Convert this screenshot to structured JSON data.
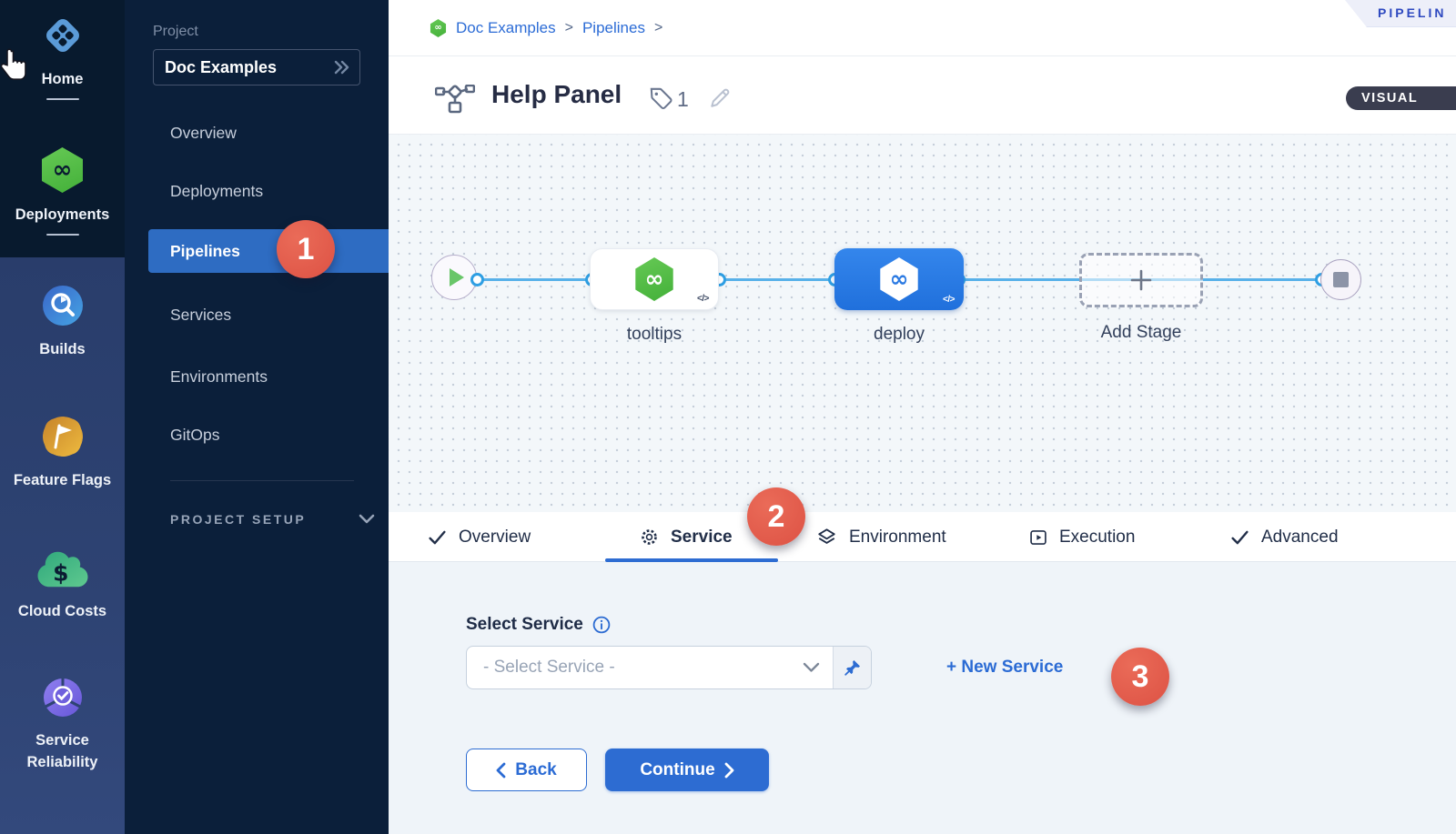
{
  "module_rail": {
    "items": [
      {
        "label": "Home"
      },
      {
        "label": "Deployments"
      },
      {
        "label": "Builds"
      },
      {
        "label": "Feature Flags"
      },
      {
        "label": "Cloud Costs"
      },
      {
        "label": "Service Reliability"
      }
    ]
  },
  "sidebar": {
    "section_label": "Project",
    "project_name": "Doc Examples",
    "items": [
      "Overview",
      "Deployments",
      "Pipelines",
      "Services",
      "Environments",
      "GitOps"
    ],
    "active_item": "Pipelines",
    "project_setup_label": "PROJECT SETUP"
  },
  "header": {
    "breadcrumb_items": [
      "Doc Examples",
      "Pipelines"
    ],
    "breadcrumb_separator": ">",
    "ribbon_label": "PIPELIN",
    "title": "Help Panel",
    "tag_count": "1",
    "mode_badge": "VISUAL"
  },
  "canvas": {
    "stage1_name": "tooltips",
    "stage2_name": "deploy",
    "add_stage_label": "Add Stage"
  },
  "icons": {
    "harness_logo_glyph": "∞",
    "code_glyph": "</>"
  },
  "tabs": [
    {
      "label": "Overview"
    },
    {
      "label": "Service"
    },
    {
      "label": "Environment"
    },
    {
      "label": "Execution"
    },
    {
      "label": "Advanced"
    }
  ],
  "form": {
    "label": "Select Service",
    "select_placeholder": "- Select Service -",
    "new_service": "+ New Service",
    "back": "Back",
    "continue": "Continue"
  },
  "annotations": {
    "step1": "1",
    "step2": "2",
    "step3": "3"
  },
  "colors": {
    "accent_blue": "#2d6cd2",
    "nav_selected_blue": "#2e6cc2",
    "badge_red": "#e25a4b",
    "harness_green": "#52bd41",
    "selected_node_blue": "#2a79e2",
    "rail_dark": "#081a2e",
    "rail_light": "#2e4373",
    "sidebar_navy": "#0b1f3a",
    "canvas_bg": "#f3f7fa"
  }
}
